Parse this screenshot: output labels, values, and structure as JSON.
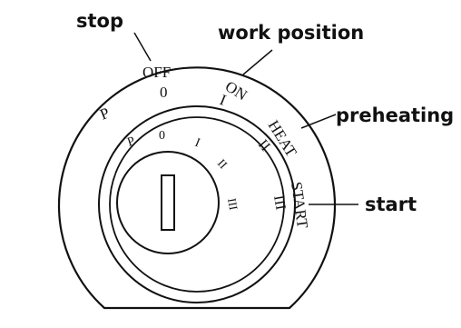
{
  "callouts": {
    "stop": "stop",
    "work_position": "work position",
    "preheating": "preheating",
    "start": "start"
  },
  "outer_labels": {
    "off": "OFF",
    "on": "ON",
    "heat": "HEAT",
    "start": "START"
  },
  "outer_numerals": {
    "p": "P",
    "zero": "0",
    "one": "I",
    "two": "II",
    "three": "III"
  },
  "inner_numerals": {
    "p": "P",
    "zero": "0",
    "one": "I",
    "two": "II",
    "three": "III"
  }
}
